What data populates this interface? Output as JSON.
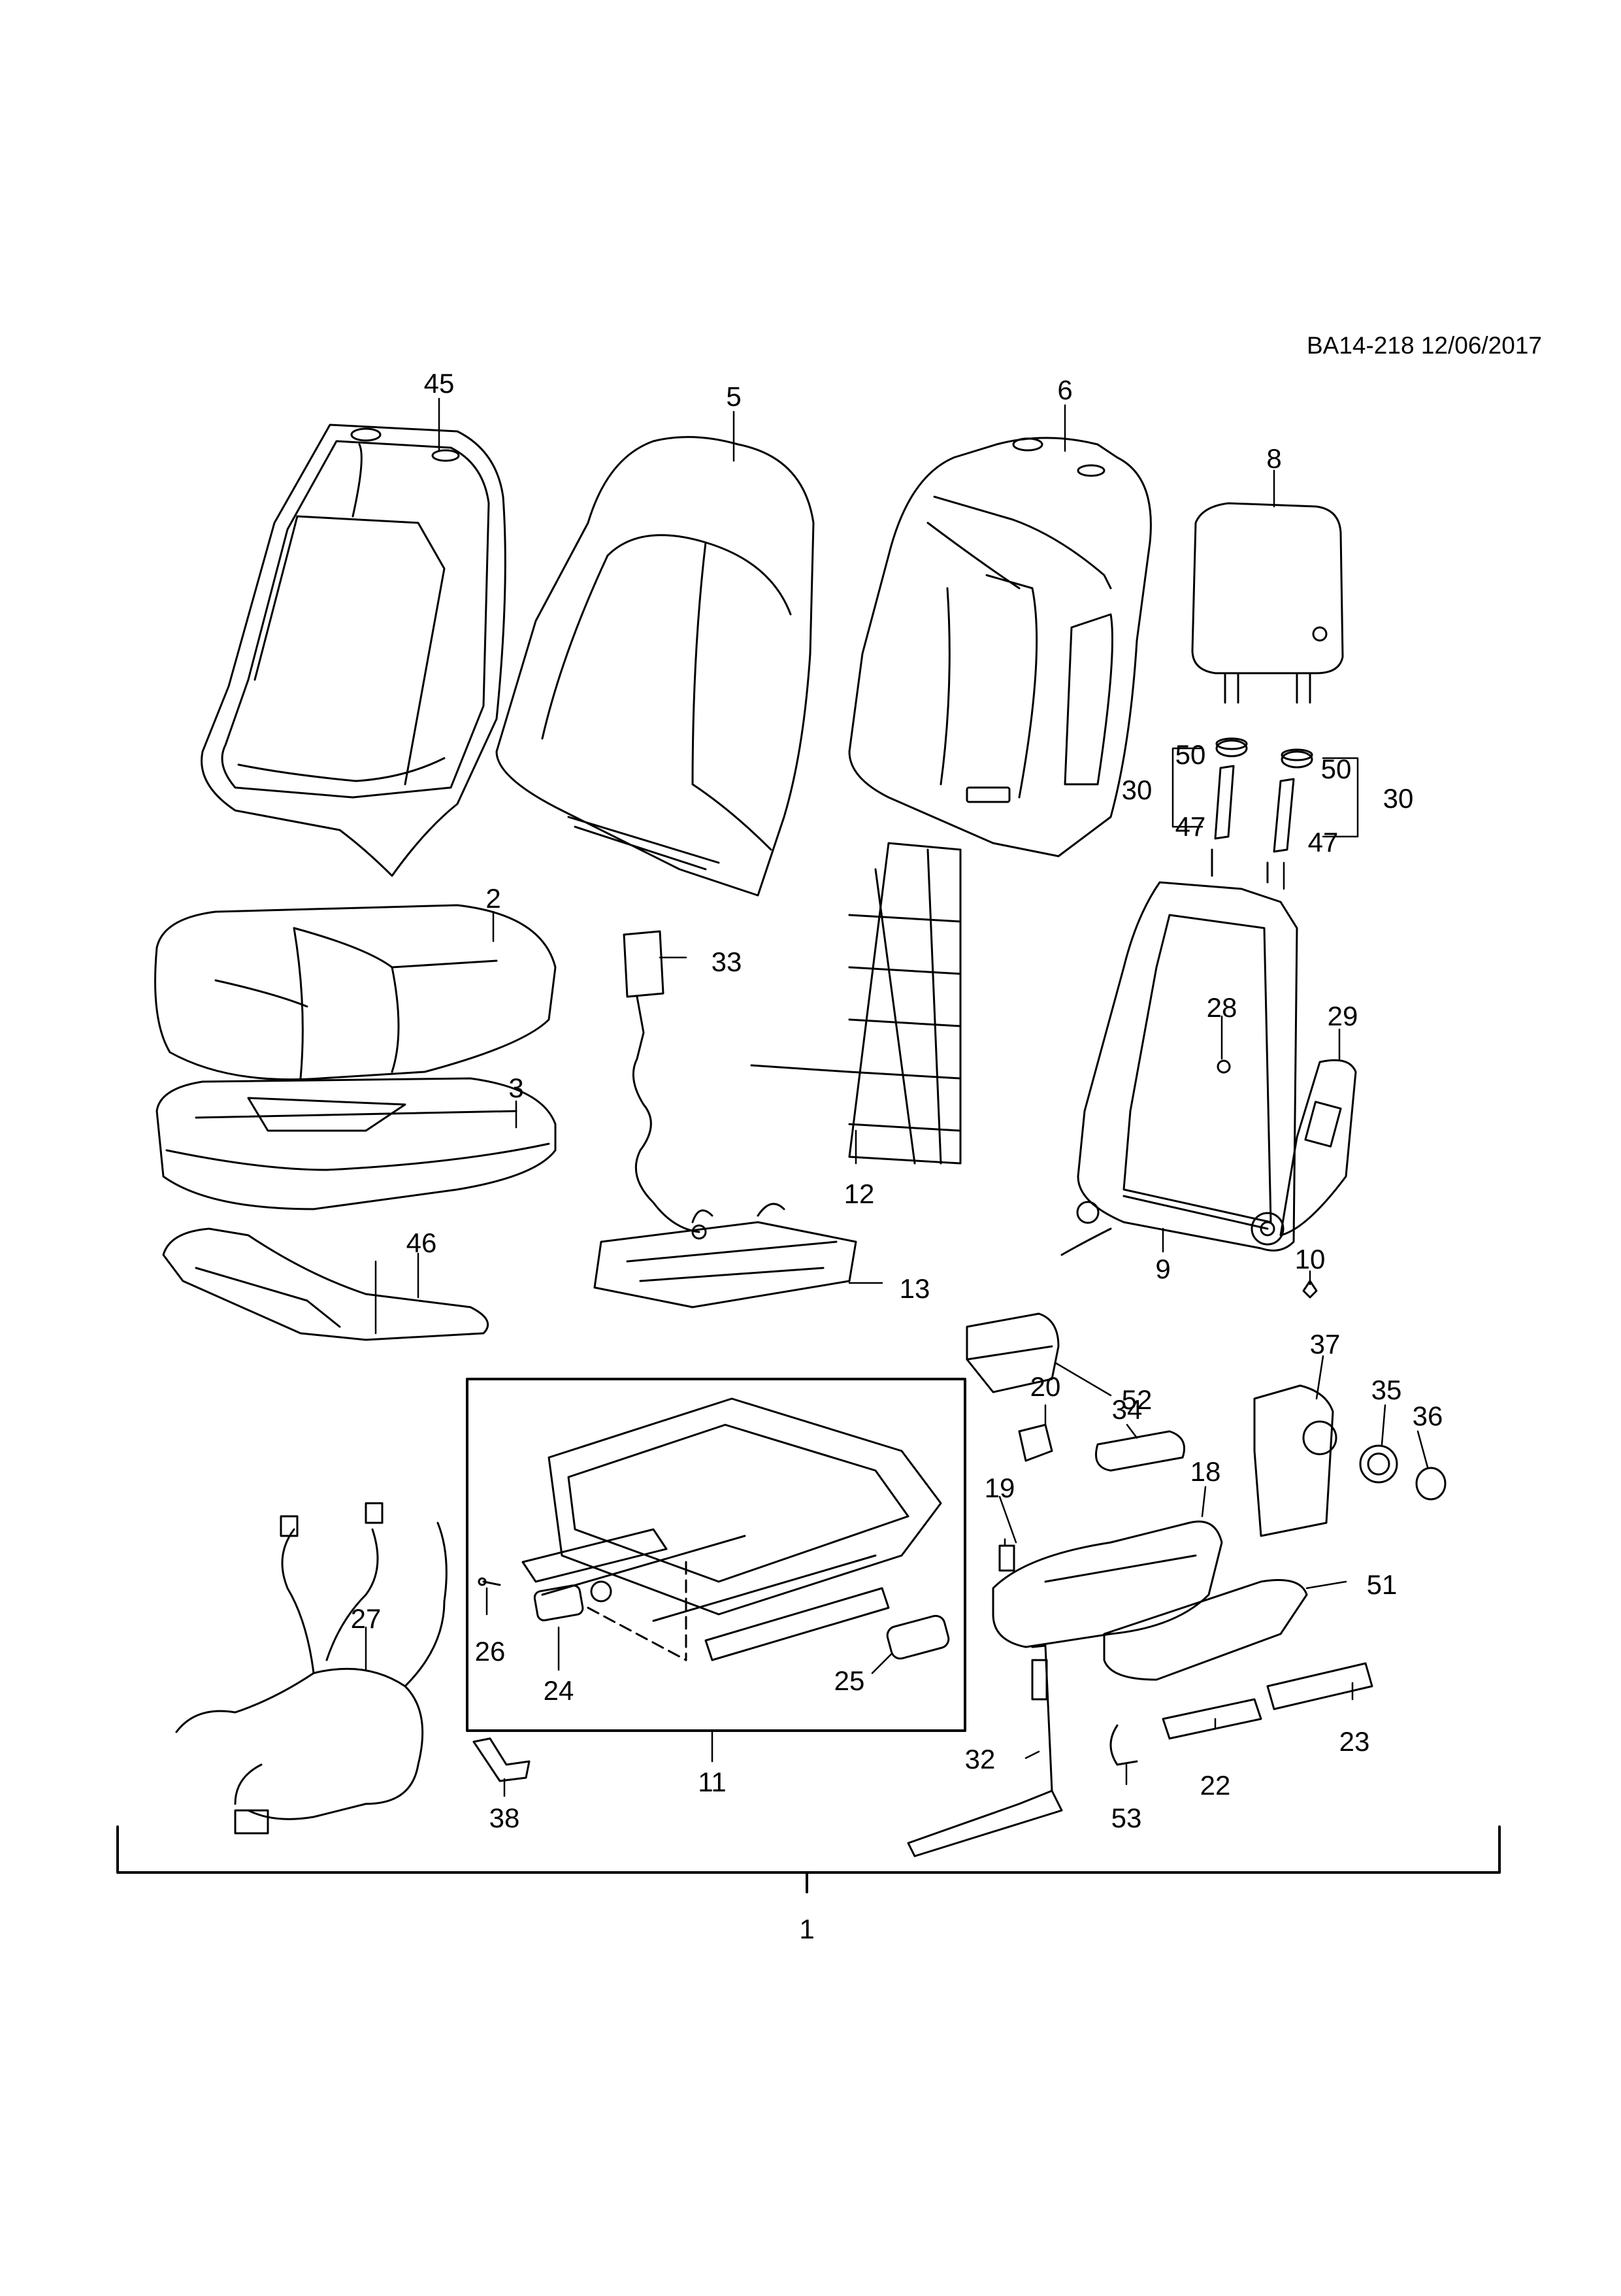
{
  "document": {
    "id": "BA14-218 12/06/2017"
  },
  "callouts": [
    {
      "key": "c45",
      "label": "45"
    },
    {
      "key": "c5",
      "label": "5"
    },
    {
      "key": "c6",
      "label": "6"
    },
    {
      "key": "c8",
      "label": "8"
    },
    {
      "key": "c50a",
      "label": "50"
    },
    {
      "key": "c30a",
      "label": "30"
    },
    {
      "key": "c47a",
      "label": "47"
    },
    {
      "key": "c50b",
      "label": "50"
    },
    {
      "key": "c30b",
      "label": "30"
    },
    {
      "key": "c47b",
      "label": "47"
    },
    {
      "key": "c2",
      "label": "2"
    },
    {
      "key": "c33",
      "label": "33"
    },
    {
      "key": "c28",
      "label": "28"
    },
    {
      "key": "c29",
      "label": "29"
    },
    {
      "key": "c3",
      "label": "3"
    },
    {
      "key": "c12",
      "label": "12"
    },
    {
      "key": "c9",
      "label": "9"
    },
    {
      "key": "c10",
      "label": "10"
    },
    {
      "key": "c13",
      "label": "13"
    },
    {
      "key": "c46",
      "label": "46"
    },
    {
      "key": "c52",
      "label": "52"
    },
    {
      "key": "c37",
      "label": "37"
    },
    {
      "key": "c20",
      "label": "20"
    },
    {
      "key": "c35",
      "label": "35"
    },
    {
      "key": "c36",
      "label": "36"
    },
    {
      "key": "c34",
      "label": "34"
    },
    {
      "key": "c18",
      "label": "18"
    },
    {
      "key": "c19",
      "label": "19"
    },
    {
      "key": "c51",
      "label": "51"
    },
    {
      "key": "c27",
      "label": "27"
    },
    {
      "key": "c26",
      "label": "26"
    },
    {
      "key": "c24",
      "label": "24"
    },
    {
      "key": "c25",
      "label": "25"
    },
    {
      "key": "c11",
      "label": "11"
    },
    {
      "key": "c23",
      "label": "23"
    },
    {
      "key": "c22",
      "label": "22"
    },
    {
      "key": "c32",
      "label": "32"
    },
    {
      "key": "c53",
      "label": "53"
    },
    {
      "key": "c38",
      "label": "38"
    },
    {
      "key": "c1",
      "label": "1"
    }
  ]
}
